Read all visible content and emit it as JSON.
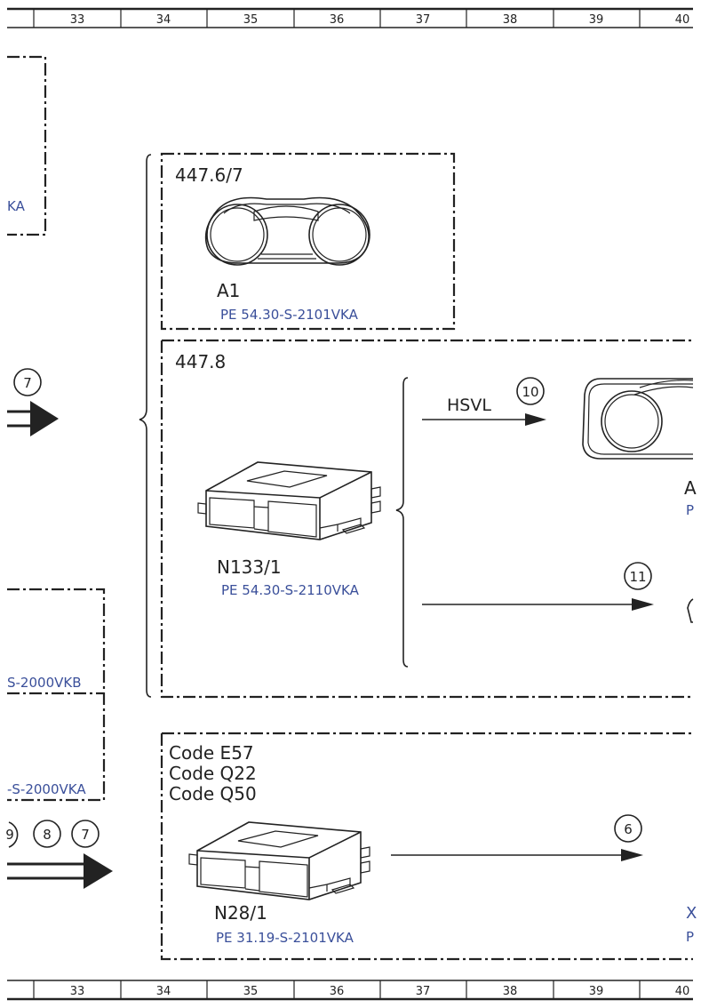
{
  "ruler": {
    "columns": [
      "33",
      "34",
      "35",
      "36",
      "37",
      "38",
      "39",
      "40"
    ]
  },
  "left_fragments": {
    "ref_top": "KA",
    "ref_mid": "S-2000VKB",
    "ref_low": "-S-2000VKA",
    "bubble_7_top": "7",
    "bubble_9": "9",
    "bubble_8": "8",
    "bubble_7_low": "7"
  },
  "group_a1": {
    "code": "447.6/7",
    "component": "A1",
    "reference": "PE 54.30-S-2101VKA"
  },
  "group_n133": {
    "code": "447.8",
    "component": "N133/1",
    "reference": "PE 54.30-S-2110VKA",
    "signal_label": "HSVL",
    "bubble_top": "10",
    "bubble_bottom": "11",
    "right_fragment_component": "A",
    "right_fragment_reference": "P"
  },
  "group_n28": {
    "codes": [
      "Code E57",
      "Code Q22",
      "Code Q50"
    ],
    "component": "N28/1",
    "reference": "PE 31.19-S-2101VKA",
    "bubble": "6",
    "right_fragment_component": "X",
    "right_fragment_reference": "P"
  },
  "colors": {
    "line": "#222222",
    "reference_blue": "#3a4f9a"
  }
}
